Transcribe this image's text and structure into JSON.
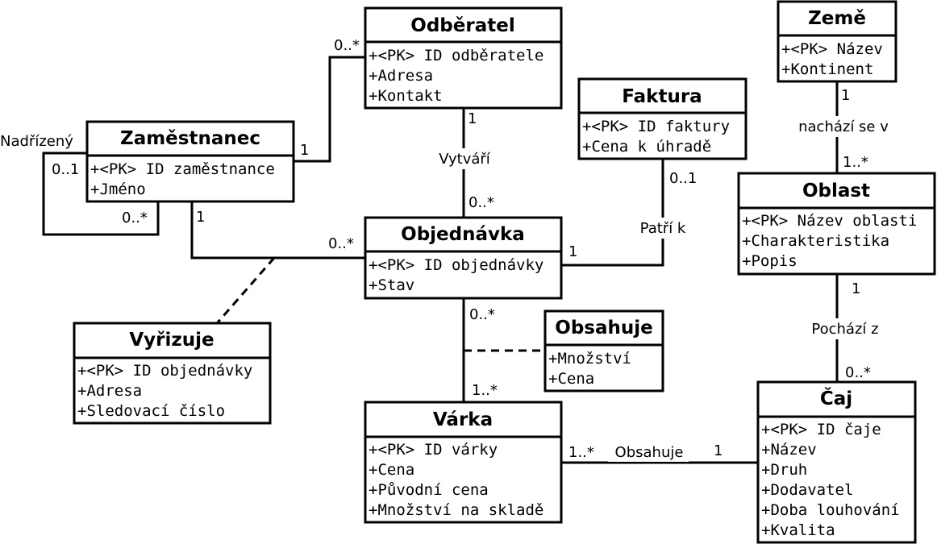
{
  "entities": {
    "odberatel": {
      "name": "Odběratel",
      "attrs": [
        "+<PK> ID odběratele",
        "+Adresa",
        "+Kontakt"
      ]
    },
    "zeme": {
      "name": "Země",
      "attrs": [
        "+<PK> Název",
        "+Kontinent"
      ]
    },
    "faktura": {
      "name": "Faktura",
      "attrs": [
        "+<PK> ID faktury",
        "+Cena k úhradě"
      ]
    },
    "zamestnanec": {
      "name": "Zaměstnanec",
      "attrs": [
        "+<PK> ID zaměstnance",
        "+Jméno"
      ]
    },
    "oblast": {
      "name": "Oblast",
      "attrs": [
        "+<PK> Název oblasti",
        "+Charakteristika",
        "+Popis"
      ]
    },
    "objednavka": {
      "name": "Objednávka",
      "attrs": [
        "+<PK> ID objednávky",
        "+Stav"
      ]
    },
    "vyrizuje": {
      "name": "Vyřizuje",
      "attrs": [
        "+<PK> ID objednávky",
        "+Adresa",
        "+Sledovací číslo"
      ]
    },
    "obsahuje": {
      "name": "Obsahuje",
      "attrs": [
        "+Množství",
        "+Cena"
      ]
    },
    "varka": {
      "name": "Várka",
      "attrs": [
        "+<PK> ID várky",
        "+Cena",
        "+Původní cena",
        "+Množství na skladě"
      ]
    },
    "caj": {
      "name": "Čaj",
      "attrs": [
        "+<PK> ID čaje",
        "+Název",
        "+Druh",
        "+Dodavatel",
        "+Doba louhování",
        "+Kvalita"
      ]
    }
  },
  "relationships": {
    "nadrizeny": {
      "name": "Nadřízený",
      "m1": "0..1",
      "m2": "0..*"
    },
    "zam_odb": {
      "m1": "1",
      "m2": "0..*"
    },
    "vytvari": {
      "name": "Vytváří",
      "m1": "1",
      "m2": "0..*"
    },
    "zam_obj": {
      "m1": "1",
      "m2": "0..*"
    },
    "patri_k": {
      "name": "Patří k",
      "m1": "0..1",
      "m2": "1"
    },
    "nachazi_se_v": {
      "name": "nachází se v",
      "m1": "1",
      "m2": "1..*"
    },
    "pochazi_z": {
      "name": "Pochází z",
      "m1": "1",
      "m2": "0..*"
    },
    "obj_varka": {
      "m1": "0..*",
      "m2": "1..*"
    },
    "obsahuje_rel": {
      "name": "Obsahuje",
      "m1": "1..*",
      "m2": "1"
    }
  }
}
